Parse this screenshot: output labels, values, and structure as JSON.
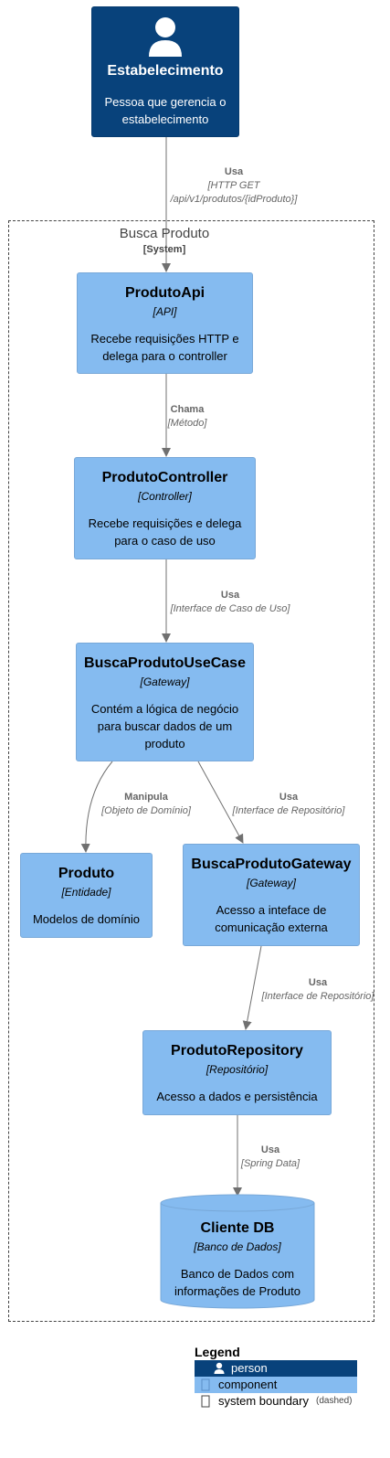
{
  "colors": {
    "person_bg": "#08427b",
    "component_bg": "#85bbf0",
    "arrow": "#707070",
    "boundary": "#444444"
  },
  "boundary": {
    "title": "Busca Produto",
    "type": "[System]"
  },
  "nodes": {
    "estabelecimento": {
      "title": "Estabelecimento",
      "desc": "Pessoa que gerencia o estabelecimento",
      "icon": "person-icon"
    },
    "produto_api": {
      "title": "ProdutoApi",
      "tech": "[API]",
      "desc": "Recebe requisições HTTP e delega para o controller"
    },
    "produto_controller": {
      "title": "ProdutoController",
      "tech": "[Controller]",
      "desc": "Recebe requisições e delega para o caso de uso"
    },
    "busca_usecase": {
      "title": "BuscaProdutoUseCase",
      "tech": "[Gateway]",
      "desc": "Contém a lógica de negócio para buscar dados de um produto"
    },
    "produto": {
      "title": "Produto",
      "tech": "[Entidade]",
      "desc": "Modelos de domínio"
    },
    "busca_gateway": {
      "title": "BuscaProdutoGateway",
      "tech": "[Gateway]",
      "desc": "Acesso a inteface de comunicação externa"
    },
    "produto_repository": {
      "title": "ProdutoRepository",
      "tech": "[Repositório]",
      "desc": "Acesso a dados e persistência"
    },
    "cliente_db": {
      "title": "Cliente DB",
      "tech": "[Banco de Dados]",
      "desc": "Banco de Dados com informações de Produto"
    }
  },
  "relations": [
    {
      "label": "Usa",
      "tech": "[HTTP GET /api/v1/produtos/{idProduto}]"
    },
    {
      "label": "Chama",
      "tech": "[Método]"
    },
    {
      "label": "Usa",
      "tech": "[Interface de Caso de Uso]"
    },
    {
      "label": "Manipula",
      "tech": "[Objeto de Domínio]"
    },
    {
      "label": "Usa",
      "tech": "[Interface de Repositório]"
    },
    {
      "label": "Usa",
      "tech": "[Interface de Repositório]"
    },
    {
      "label": "Usa",
      "tech": "[Spring Data]"
    }
  ],
  "legend": {
    "title": "Legend",
    "person": "person",
    "component": "component",
    "boundary": "system boundary",
    "boundary_note": "(dashed)"
  }
}
